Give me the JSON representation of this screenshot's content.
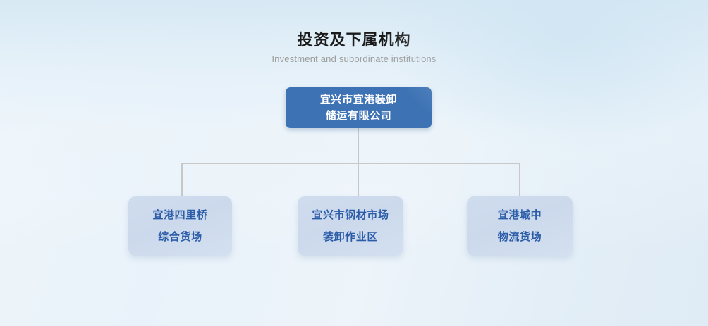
{
  "heading": {
    "title": "投资及下属机构",
    "subtitle": "Investment and subordinate institutions"
  },
  "colors": {
    "root_fill": "#3d72b4",
    "root_text": "#ffffff",
    "child_fill": "#ccd9ec",
    "child_text": "#2a5ca8",
    "connector": "#c8c8c8",
    "title_text": "#1b1b1b",
    "subtitle_text": "#9c9c9c",
    "background_tint": "#e4eef6"
  },
  "org_chart": {
    "root": {
      "lines": [
        "宜兴市宜港装卸",
        "储运有限公司"
      ],
      "full_name": "宜兴市宜港装卸储运有限公司"
    },
    "children": [
      {
        "lines": [
          "宜港四里桥",
          "综合货场"
        ],
        "full_name": "宜港四里桥综合货场"
      },
      {
        "lines": [
          "宜兴市钢材市场",
          "装卸作业区"
        ],
        "full_name": "宜兴市钢材市场装卸作业区"
      },
      {
        "lines": [
          "宜港城中",
          "物流货场"
        ],
        "full_name": "宜港城中物流货场"
      }
    ]
  }
}
